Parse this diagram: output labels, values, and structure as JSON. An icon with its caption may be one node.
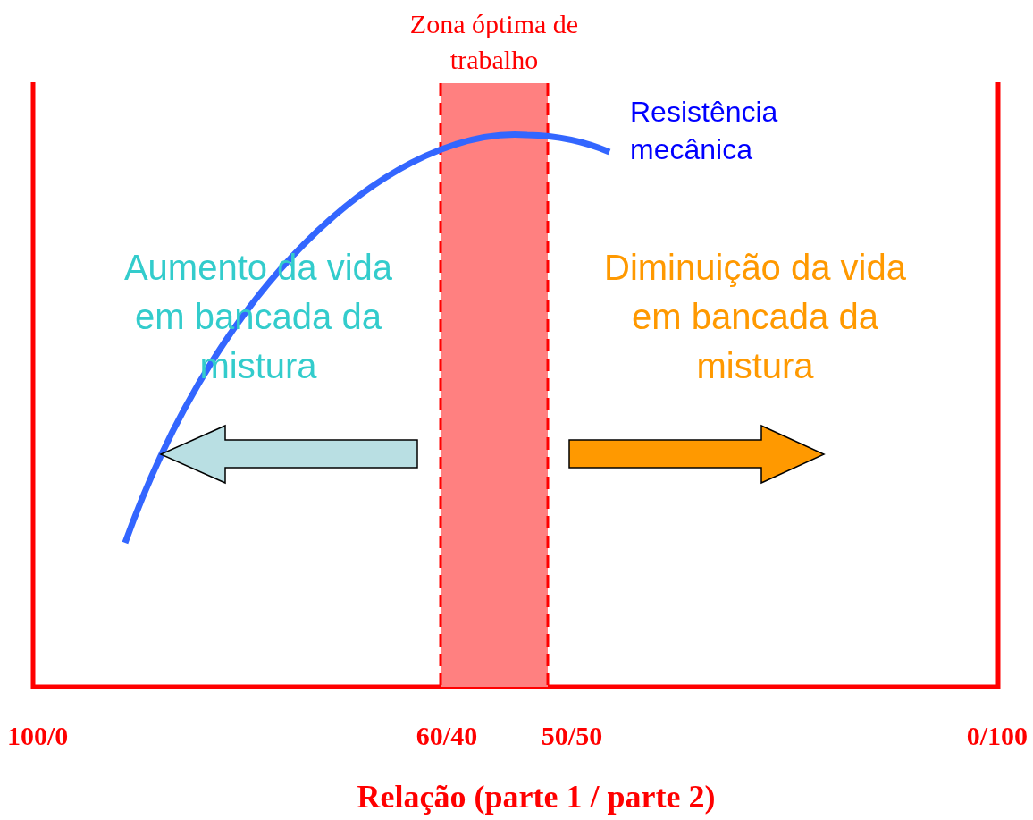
{
  "diagram": {
    "nodes": [
      {
        "text": [
          "Zona óptima de trabalho"
        ]
      }
    ],
    "labels": [
      "Resistência mecânica",
      "Aumento da vida em bancada da mistura",
      "Diminuição da vida em bancada da mistura",
      "100/0",
      "60/40",
      "50/50",
      "0/100",
      "Relação (parte 1 / parte 2)"
    ]
  }
}
